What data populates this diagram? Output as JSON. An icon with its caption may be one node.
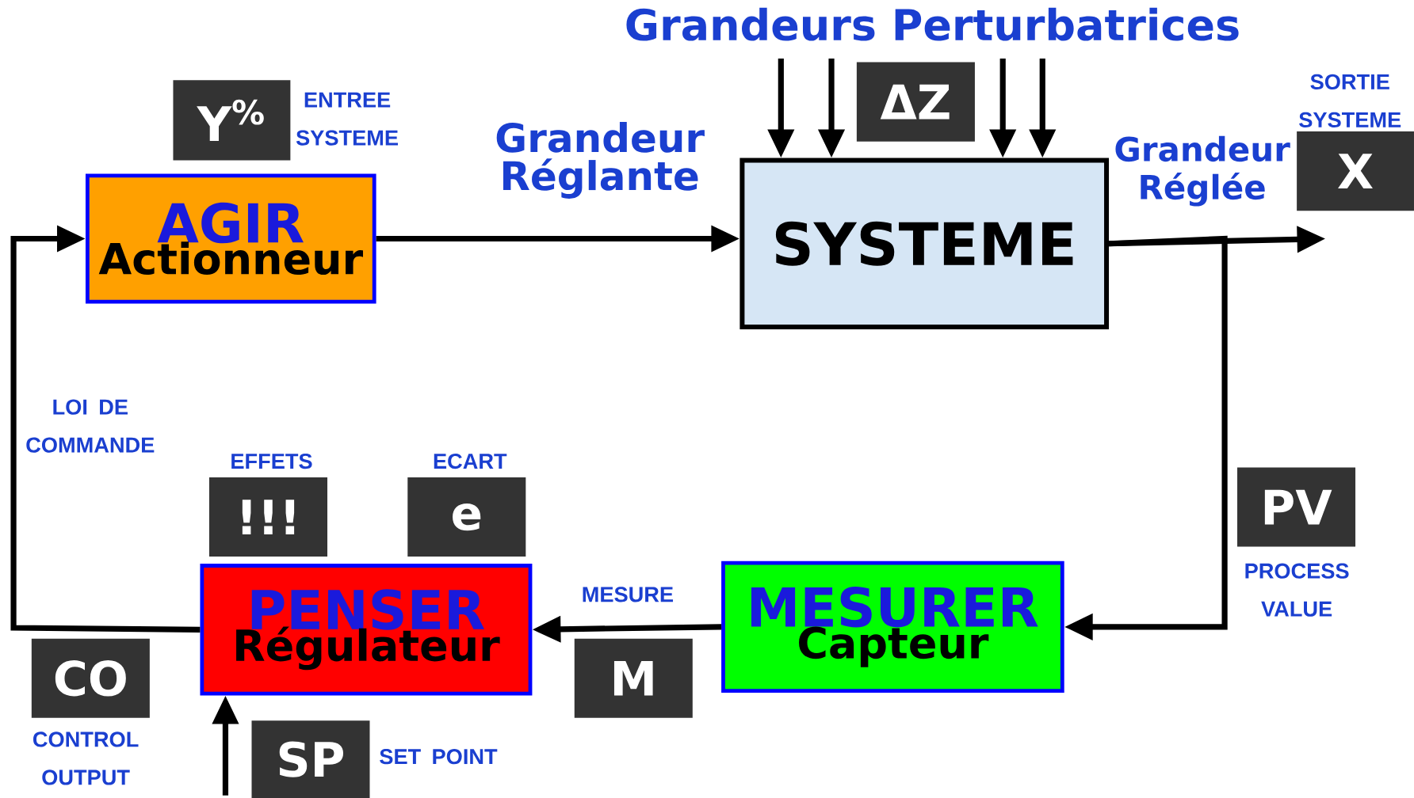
{
  "diagram": {
    "title": "Grandeurs Perturbatrices",
    "nodes": [
      {
        "text": [
          "AGIR",
          "Actionneur"
        ]
      },
      {
        "text": [
          "SYSTEME"
        ]
      },
      {
        "text": [
          "PENSER",
          "Régulateur"
        ]
      },
      {
        "text": [
          "MESURER",
          "Capteur"
        ]
      },
      {
        "text": [
          "Y$^{%}$"
        ],
        "beside": [
          "ENTREE SYSTEME"
        ]
      },
      {
        "text": [
          "ΔZ"
        ]
      },
      {
        "text": [
          "X"
        ],
        "beside": [
          "SORTIE SYSTEME"
        ]
      },
      {
        "text": [
          "PV"
        ],
        "beside": [
          "PROCESS VALUE"
        ]
      },
      {
        "text": [
          "!!!"
        ],
        "beside": [
          "EFFETS"
        ]
      },
      {
        "text": [
          "e"
        ],
        "beside": [
          "ECART"
        ]
      },
      {
        "text": [
          "CO"
        ],
        "beside": [
          "CONTROL OUTPUT"
        ]
      },
      {
        "text": [
          "M"
        ],
        "beside": [
          "MESURE"
        ]
      },
      {
        "text": [
          "SP"
        ],
        "beside": [
          "SET POINT"
        ]
      }
    ],
    "edges": [
      {
        "from": 0,
        "to": 1,
        "arrow": "to",
        "label": "Grandeur Réglante"
      },
      {
        "from": 1,
        "to": null,
        "arrow": "to",
        "label": "Grandeur Réglée"
      },
      {
        "from": 1,
        "to": 3,
        "arrow": "to"
      },
      {
        "from": 3,
        "to": 2,
        "arrow": "to"
      },
      {
        "from": 2,
        "to": 0,
        "arrow": "to",
        "label": "LOI DE COMMANDE"
      },
      {
        "from": null,
        "to": 2,
        "arrow": "to"
      },
      {
        "from": null,
        "to": 1,
        "arrow": "to"
      },
      {
        "from": null,
        "to": 1,
        "arrow": "to"
      },
      {
        "from": null,
        "to": 1,
        "arrow": "to"
      },
      {
        "from": null,
        "to": 1,
        "arrow": "to"
      }
    ]
  }
}
